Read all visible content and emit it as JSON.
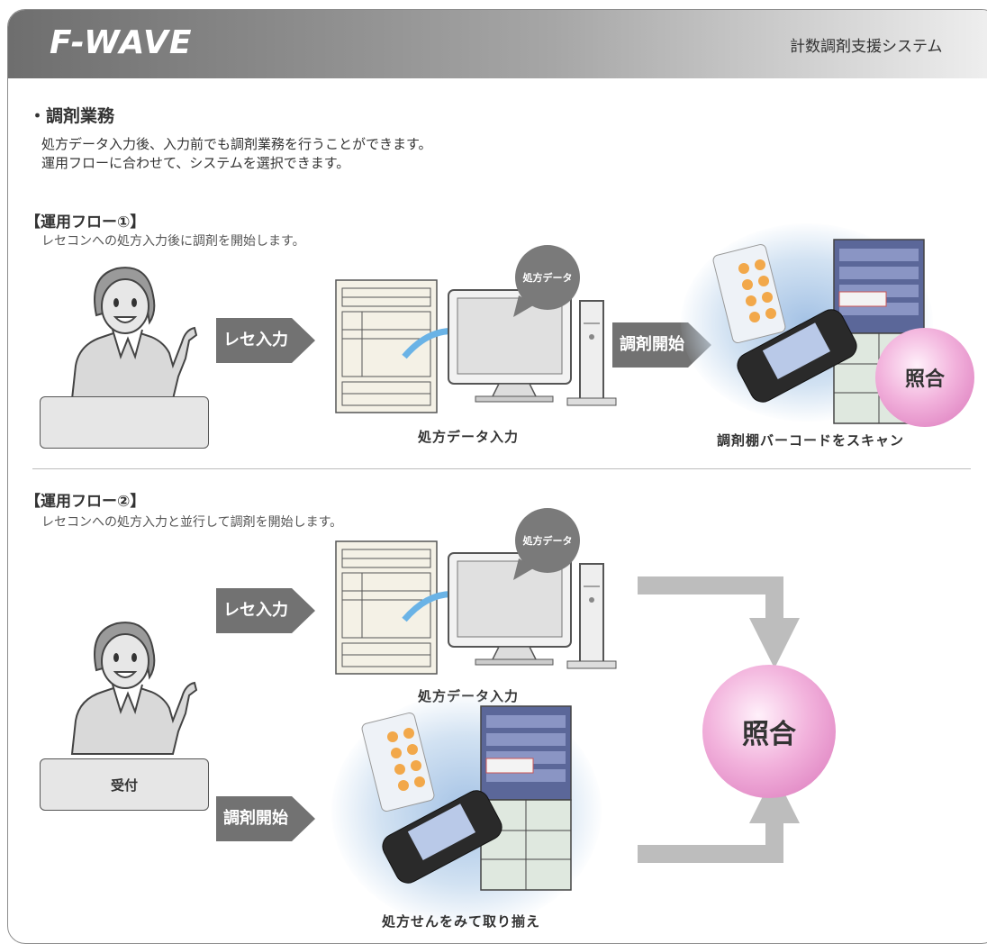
{
  "header": {
    "logo": "F-WAVE",
    "subtitle": "計数調剤支援システム"
  },
  "section": {
    "bullet": "・",
    "title": "調剤業務",
    "lines": [
      "処方データ入力後、入力前でも調剤業務を行うことができます。",
      "運用フローに合わせて、システムを選択できます。"
    ]
  },
  "flow1": {
    "title": "【運用フロー①】",
    "desc": "レセコンへの処方入力後に調剤を開始します。",
    "input_label": "レセ入力",
    "start_label": "調剤開始",
    "bubble": "処方データ",
    "pc_caption": "処方データ入力",
    "scan_caption": "調剤棚バーコードをスキャン",
    "match_label": "照合"
  },
  "flow2": {
    "title": "【運用フロー②】",
    "desc": "レセコンへの処方入力と並行して調剤を開始します。",
    "input_label": "レセ入力",
    "start_label": "調剤開始",
    "bubble": "処方データ",
    "pc_caption": "処方データ入力",
    "desk_label": "受付",
    "pick_caption": "処方せんをみて取り揃え",
    "match_label": "照合"
  },
  "colors": {
    "arrow_gray": "#727272",
    "connector_gray": "#bdbdbd",
    "match_pink": "#e58cc9",
    "scan_glow": "#a4c2e5"
  }
}
